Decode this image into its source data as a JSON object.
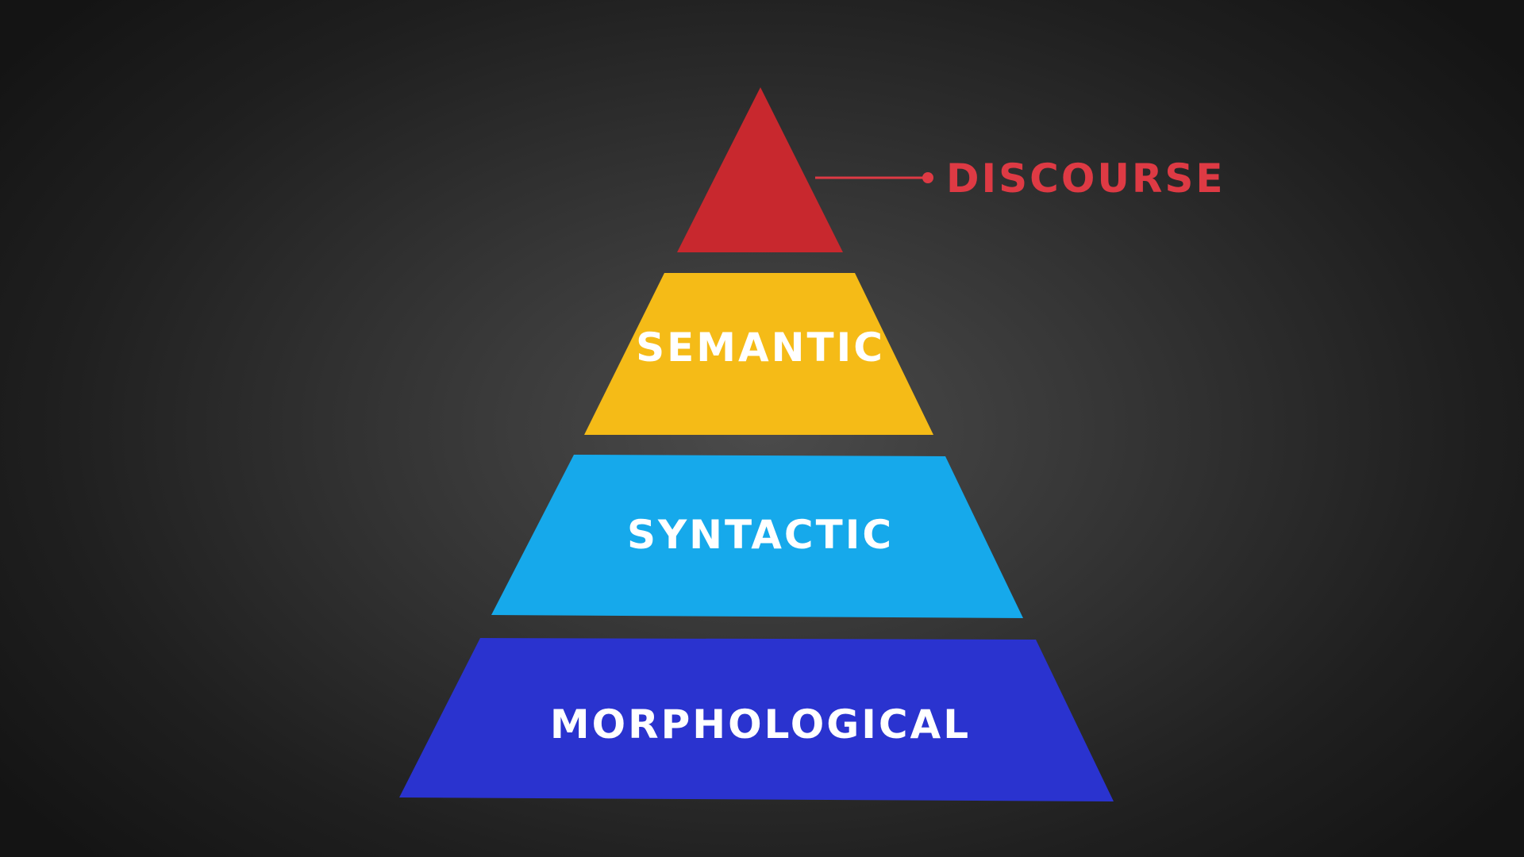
{
  "diagram": {
    "type": "pyramid",
    "levels": [
      {
        "id": "discourse",
        "label": "DISCOURSE",
        "color": "#c8282e",
        "label_position": "callout-right"
      },
      {
        "id": "semantic",
        "label": "SEMANTIC",
        "color": "#f5bb17",
        "label_position": "inside"
      },
      {
        "id": "syntactic",
        "label": "SYNTACTIC",
        "color": "#16a9eb",
        "label_position": "inside"
      },
      {
        "id": "morphological",
        "label": "MORPHOLOGICAL",
        "color": "#2a33cf",
        "label_position": "inside"
      }
    ],
    "callout": {
      "label": "DISCOURSE",
      "color": "#de3a44"
    }
  }
}
